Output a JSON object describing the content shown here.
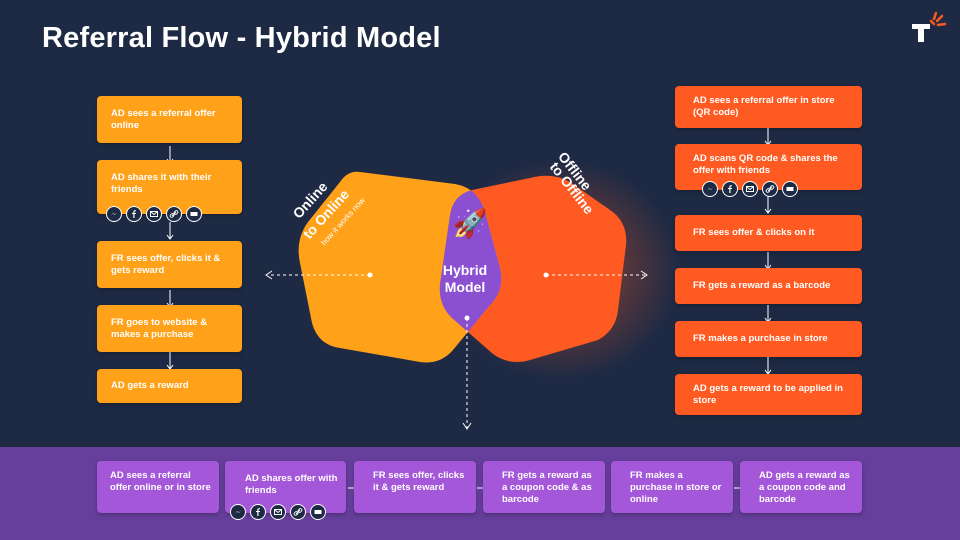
{
  "title": "Referral Flow - Hybrid Model",
  "colors": {
    "background": "#1e2a44",
    "online": "#ffa119",
    "offline": "#ff5a21",
    "hybrid": "#8b4fd1",
    "band": "#653f9b",
    "bottom_box": "#a457d9"
  },
  "center": {
    "online_title": "Online",
    "online_subtitle": "to Online",
    "online_note": "how it works now",
    "offline_title": "Offline",
    "offline_subtitle": "to Offline",
    "hybrid_line1": "Hybrid",
    "hybrid_line2": "Model",
    "hybrid_emoji": "🚀"
  },
  "left_flow": [
    {
      "text": "AD sees a referral offer online"
    },
    {
      "text": "AD shares it with their friends",
      "icons": [
        "messenger-icon",
        "facebook-icon",
        "email-icon",
        "link-icon",
        "sms-icon"
      ]
    },
    {
      "text": "FR sees offer, clicks it & gets reward"
    },
    {
      "text": "FR goes to website & makes a purchase"
    },
    {
      "text": "AD gets a reward"
    }
  ],
  "right_flow": [
    {
      "text": "AD sees a referral offer in store (QR code)"
    },
    {
      "text": "AD scans QR code & shares the offer with friends",
      "icons": [
        "messenger-icon",
        "facebook-icon",
        "email-icon",
        "link-icon",
        "sms-icon"
      ]
    },
    {
      "text": "FR sees offer & clicks on it"
    },
    {
      "text": "FR gets a reward as a barcode"
    },
    {
      "text": "FR makes a purchase in store"
    },
    {
      "text": "AD gets a reward to be applied in store"
    }
  ],
  "bottom_flow": [
    {
      "text": "AD sees a referral offer online or in store"
    },
    {
      "text": "AD shares offer with friends",
      "icons": [
        "messenger-icon",
        "facebook-icon",
        "email-icon",
        "link-icon",
        "sms-icon"
      ]
    },
    {
      "text": "FR sees offer, clicks it & gets reward"
    },
    {
      "text": "FR gets a reward as a coupon code & as barcode"
    },
    {
      "text": "FR makes a purchase in store or online"
    },
    {
      "text": "AD gets a reward as a coupon code and barcode"
    }
  ],
  "icon_labels": {
    "sms": "SMS"
  }
}
